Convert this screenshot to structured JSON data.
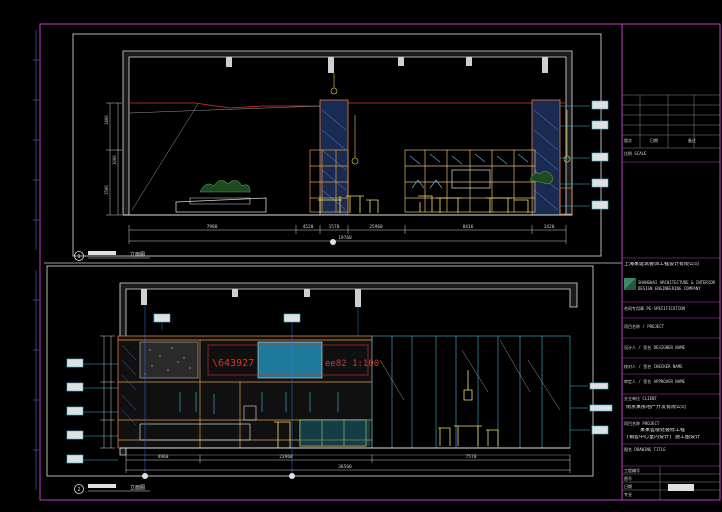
{
  "drawing": {
    "upper_elevation": {
      "dims_bottom": [
        "7980",
        "4520",
        "1570",
        "25960",
        "8416",
        "1420"
      ],
      "dims_total": "19760",
      "dims_left": [
        "1400",
        "1000",
        "1500"
      ],
      "title": "立面图",
      "tag": "1"
    },
    "lower_elevation": {
      "dims_bottom": [
        "4960",
        "23960",
        "7570"
      ],
      "dims_total": "36560",
      "red_note_left": "\\643927",
      "red_note_right": "ee82 1:100",
      "title": "立面图",
      "tag": "2"
    },
    "title_block": {
      "company_cn": "上海某建筑装饰工程设计有限公司",
      "company_en_1": "SHANGHAI ARCHITECTURE & INTERIOR",
      "company_en_2": "DESIGN ENGINEERING COMPANY",
      "stamp_text": "合同专用章 PE-SPECIFICATION",
      "row_project_label": "项目名称 / PROJECT",
      "row_designer": "设计人 / 签名 DESIGNER NAME",
      "row_checker": "校对人 / 签名 CHECKER NAME",
      "row_approver": "审定人 / 签名 APPROVER NAME",
      "row_client": "业主单位 CLIENT",
      "client_name": "南京某房地产开发有限公司",
      "row_project": "项目名称 PROJECT",
      "project_name_1": "某某售楼处装修工程",
      "project_name_2": "(销售中心室内设计) 施工图设计",
      "drawing_title_label": "图名 DRAWING TITLE",
      "scale_label": "比例 SCALE",
      "revisions_header": [
        "版次",
        "日期",
        "备注"
      ],
      "bottom_rows": [
        "工程编号",
        "图号",
        "日期",
        "专业"
      ]
    }
  }
}
